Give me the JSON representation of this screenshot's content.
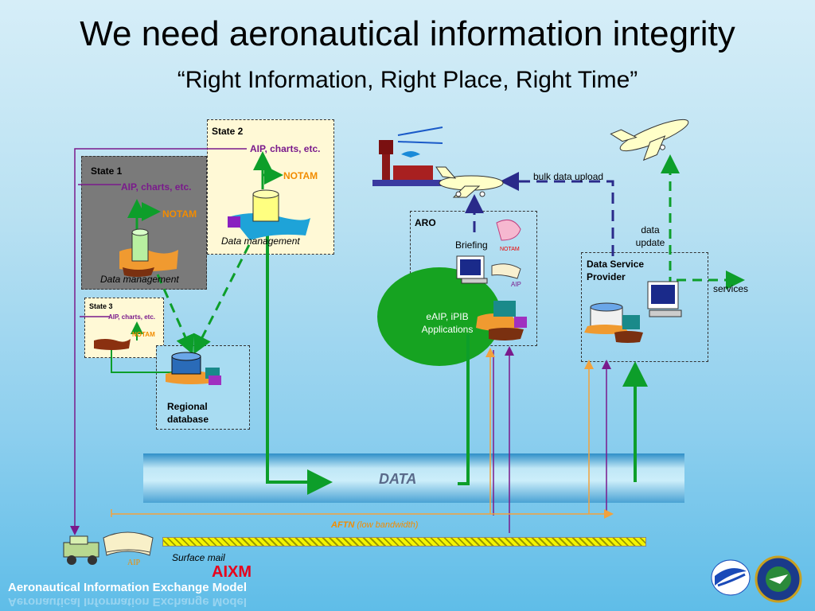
{
  "title": "We need aeronautical information integrity",
  "subtitle": "“Right Information, Right Place, Right Time”",
  "state1": {
    "name": "State 1",
    "aip": "AIP, charts, etc.",
    "notam": "NOTAM",
    "caption": "Data management"
  },
  "state2": {
    "name": "State 2",
    "aip": "AIP, charts, etc.",
    "notam": "NOTAM",
    "caption": "Data management"
  },
  "state3": {
    "name": "State 3",
    "aip": "AIP, charts, etc.",
    "notam": "NOTAM"
  },
  "regional": {
    "label": "Regional database"
  },
  "aro": {
    "name": "ARO",
    "briefing": "Briefing",
    "notam_tag": "NOTAM",
    "aip_tag": "AIP",
    "applications": "eAIP, iPIB Applications"
  },
  "dsp": {
    "name": "Data Service Provider",
    "data_update": "data update",
    "services": "services"
  },
  "bulk_upload": "bulk data upload",
  "data_band": "DATA",
  "aftn": {
    "name": "AFTN",
    "note": "(low bandwidth)"
  },
  "surface_mail": "Surface mail",
  "aip_book": "AIP",
  "aixm": "AIXM",
  "footer": "Aeronautical Information Exchange Model",
  "colors": {
    "green": "#0d9e2a",
    "purple": "#7a1a8c",
    "orange": "#f2a23c",
    "navy": "#2a2a8a",
    "aro_green": "#16a321"
  }
}
